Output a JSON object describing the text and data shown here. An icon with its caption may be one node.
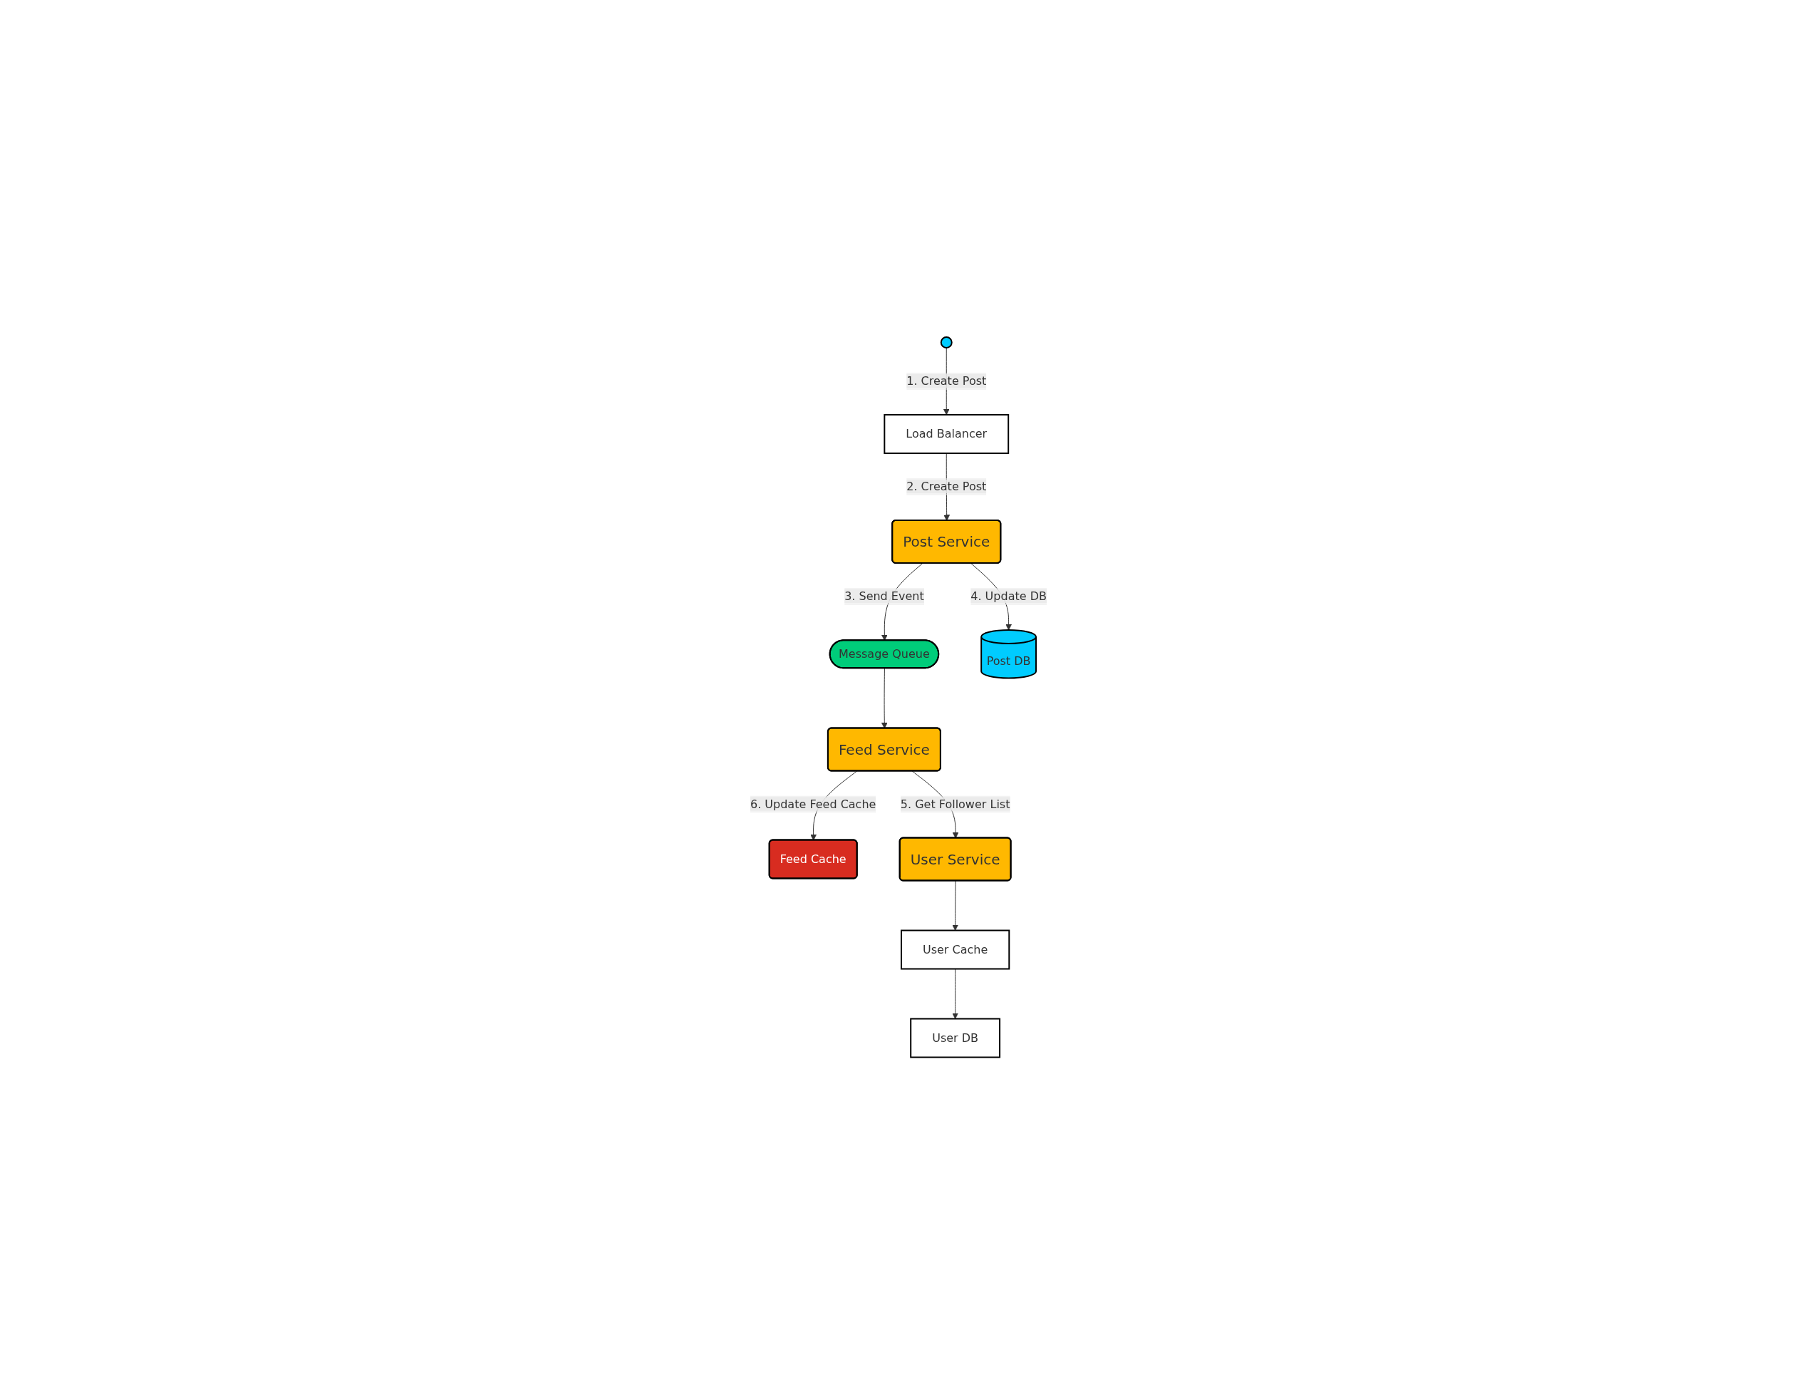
{
  "diagram": {
    "nodes": [
      {
        "text": [],
        "shape": "person"
      },
      {
        "text": [
          "Load Balancer"
        ]
      },
      {
        "text": [
          "Post Service"
        ]
      },
      {
        "text": [
          "Message Queue"
        ]
      },
      {
        "text": [
          "Post DB"
        ]
      },
      {
        "text": [
          "Feed Service"
        ]
      },
      {
        "text": [
          "Feed Cache"
        ]
      },
      {
        "text": [
          "User Service"
        ]
      },
      {
        "text": [
          "User Cache"
        ]
      },
      {
        "text": [
          "User DB"
        ]
      }
    ],
    "edges": [
      {
        "from": 0,
        "to": 1,
        "arrow": "to",
        "label": "1. Create Post"
      },
      {
        "from": 1,
        "to": 2,
        "arrow": "to",
        "label": "2. Create Post"
      },
      {
        "from": 2,
        "to": 3,
        "arrow": "to",
        "label": "3. Send Event"
      },
      {
        "from": 2,
        "to": 4,
        "arrow": "to",
        "label": "4. Update DB"
      },
      {
        "from": 3,
        "to": 5,
        "arrow": "to"
      },
      {
        "from": 5,
        "to": 6,
        "arrow": "to",
        "label": "6. Update Feed Cache"
      },
      {
        "from": 5,
        "to": 7,
        "arrow": "to",
        "label": "5. Get Follower List"
      },
      {
        "from": 7,
        "to": 8,
        "arrow": "to"
      },
      {
        "from": 8,
        "to": 9,
        "arrow": "to"
      }
    ]
  }
}
